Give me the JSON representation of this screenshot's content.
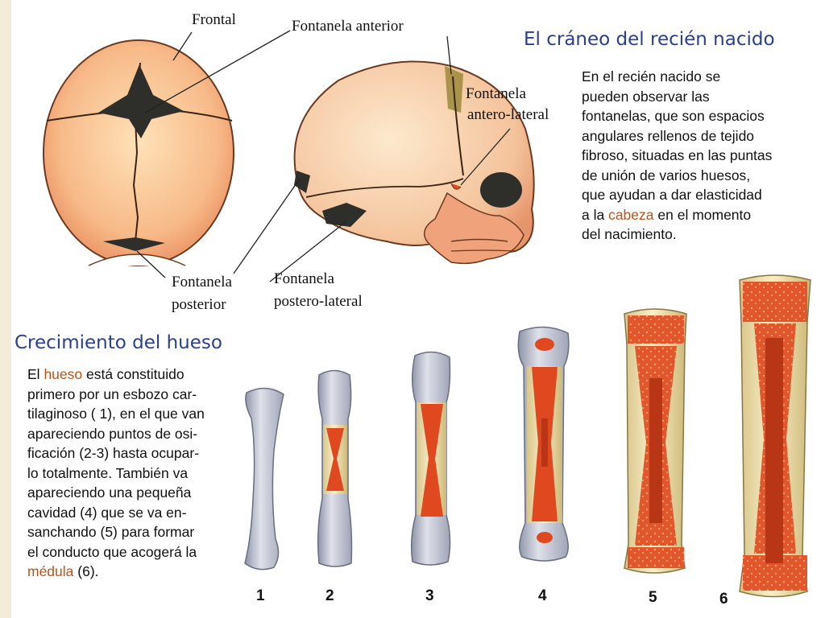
{
  "labels": {
    "frontal": "Frontal",
    "fontanela_anterior": "Fontanela anterior",
    "fontanela_antero_lateral_1": "Fontanela",
    "fontanela_antero_lateral_2": "antero-lateral",
    "fontanela_posterior_1": "Fontanela",
    "fontanela_posterior_2": "posterior",
    "fontanela_postero_lateral_1": "Fontanela",
    "fontanela_postero_lateral_2": "postero-lateral"
  },
  "skull_section": {
    "title": "El cráneo del recién nacido",
    "lines": [
      "En el recién nacido se",
      "pueden observar las",
      "fontanelas, que son espacios",
      "angulares rellenos de tejido",
      "fibroso, situadas en las puntas",
      "de unión de varios huesos,",
      "que ayudan a dar elasticidad"
    ],
    "line8_pre": "a la ",
    "line8_link": "cabeza",
    "line8_post": " en el momento",
    "line9": "del nacimiento."
  },
  "bone_section": {
    "title": "Crecimiento del hueso",
    "line1_pre": "El ",
    "line1_link": "hueso",
    "line1_post": " está constituido",
    "lines": [
      "primero por un esbozo car-",
      "tilaginoso ( 1), en el que van",
      "apareciendo puntos de osi-",
      "ficación (2-3) hasta ocupar-",
      "lo totalmente. También va",
      "apareciendo una pequeña",
      "cavidad (4) que se va en-",
      "sanchando (5) para formar",
      "el conducto que acogerá la"
    ],
    "last_link": "médula",
    "last_post": " (6)."
  },
  "stage_numbers": [
    "1",
    "2",
    "3",
    "4",
    "5",
    "6"
  ],
  "colors": {
    "heading": "#2b3f8f",
    "highlight": "#b5551c",
    "skull": "#f5b98a",
    "marrow": "#e0481f",
    "cartilage": "#c9ccd8",
    "fontanel": "#2e2e2a"
  }
}
